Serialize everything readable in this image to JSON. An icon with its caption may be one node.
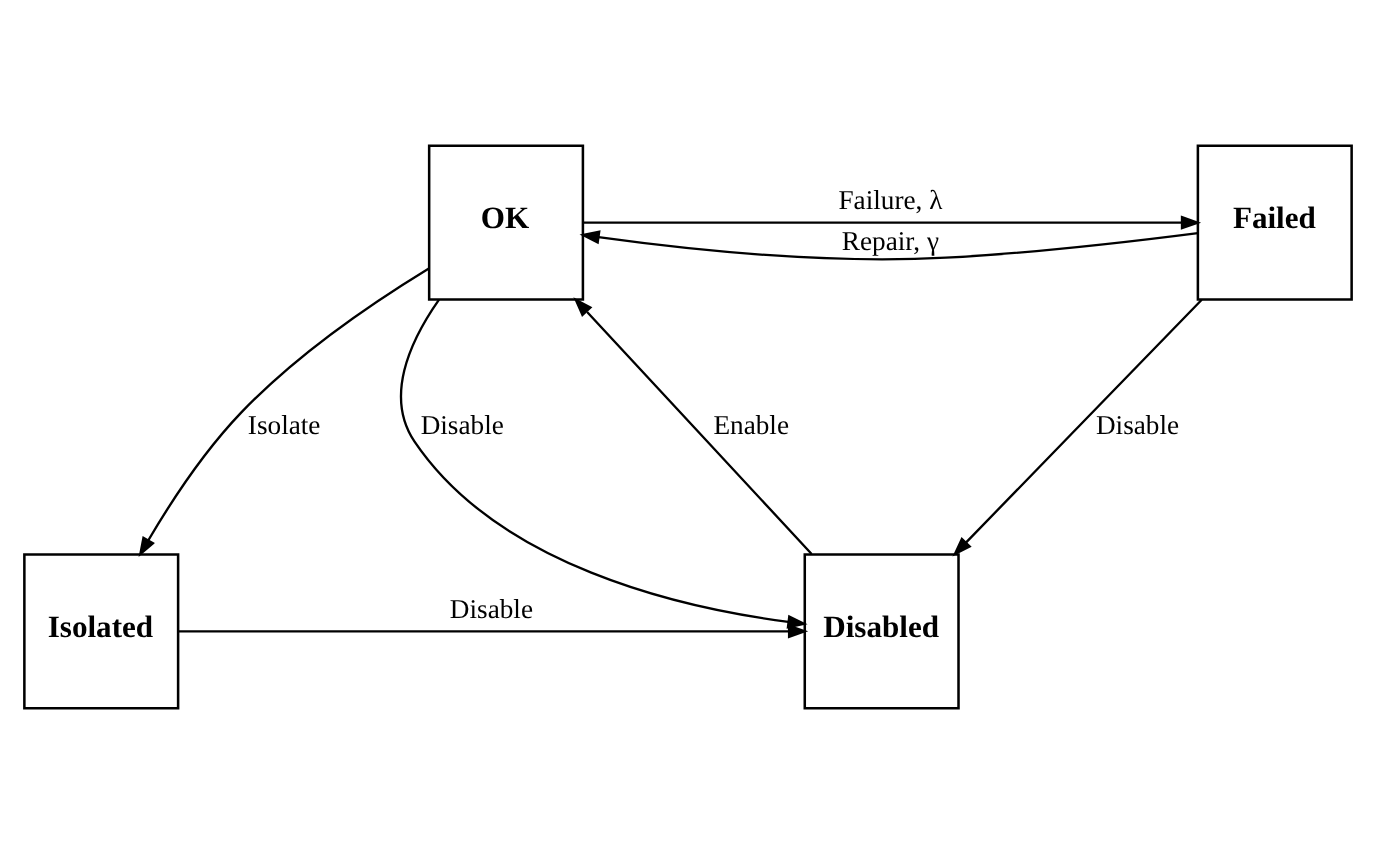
{
  "diagram": {
    "nodes": [
      {
        "text": [
          "OK"
        ]
      },
      {
        "text": [
          "Failed"
        ]
      },
      {
        "text": [
          "Isolated"
        ]
      },
      {
        "text": [
          "Disabled"
        ]
      }
    ],
    "edges": [
      {
        "from": 0,
        "to": 1,
        "arrow": "to",
        "label": "Failure, λ"
      },
      {
        "from": 1,
        "to": 0,
        "arrow": "to",
        "label": "Repair, γ"
      },
      {
        "from": 0,
        "to": 3,
        "arrow": "to",
        "label": "Disable"
      },
      {
        "from": 3,
        "to": 0,
        "arrow": "to",
        "label": "Enable"
      },
      {
        "from": 0,
        "to": 2,
        "arrow": "to",
        "label": "Isolate"
      },
      {
        "from": 1,
        "to": 3,
        "arrow": "to",
        "label": "Disable"
      },
      {
        "from": 2,
        "to": 3,
        "arrow": "to",
        "label": "Disable"
      }
    ]
  }
}
